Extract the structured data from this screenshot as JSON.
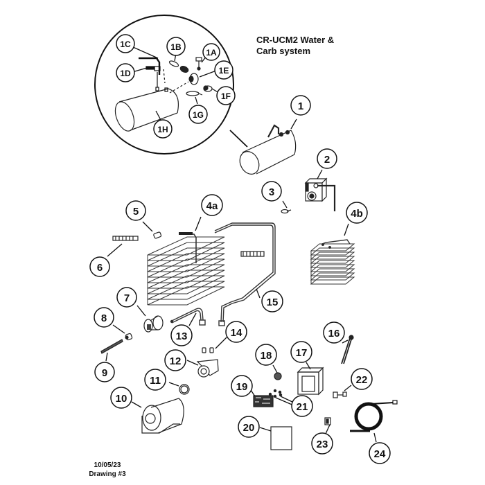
{
  "title": {
    "line1": "CR-UCM2 Water &",
    "line2": "Carb system"
  },
  "footer": {
    "date": "10/05/23",
    "drawing": "Drawing #3"
  },
  "callouts": {
    "c1": "1",
    "c1A": "1A",
    "c1B": "1B",
    "c1C": "1C",
    "c1D": "1D",
    "c1E": "1E",
    "c1F": "1F",
    "c1G": "1G",
    "c1H": "1H",
    "c2": "2",
    "c3": "3",
    "c4a": "4a",
    "c4b": "4b",
    "c5": "5",
    "c6": "6",
    "c7": "7",
    "c8": "8",
    "c9": "9",
    "c10": "10",
    "c11": "11",
    "c12": "12",
    "c13": "13",
    "c14": "14",
    "c15": "15",
    "c16": "16",
    "c17": "17",
    "c18": "18",
    "c19": "19",
    "c20": "20",
    "c21": "21",
    "c22": "22",
    "c23": "23",
    "c24": "24"
  }
}
